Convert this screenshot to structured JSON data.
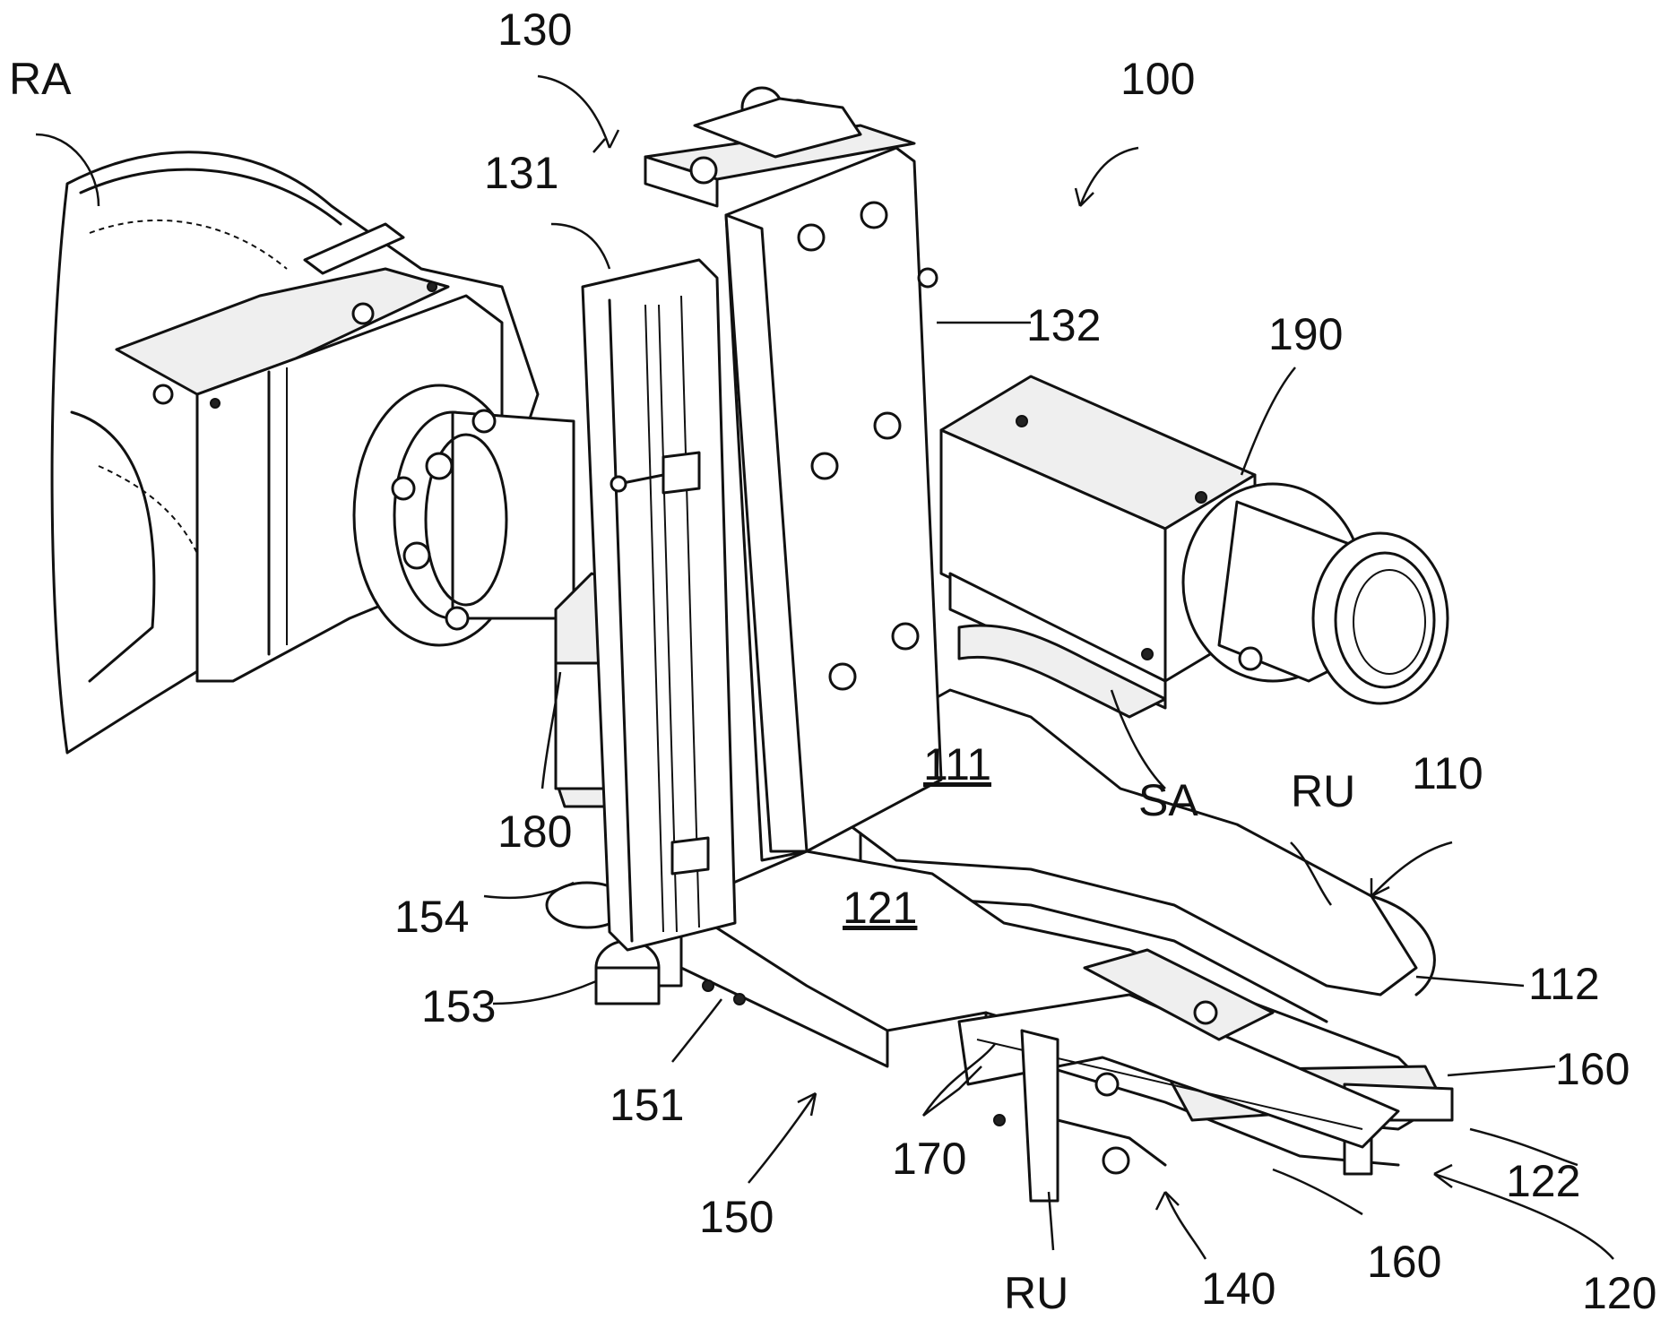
{
  "labels": {
    "ra": "RA",
    "l130": "130",
    "l100": "100",
    "l131": "131",
    "l132": "132",
    "l190": "190",
    "l111": "111",
    "sa": "SA",
    "ru_top": "RU",
    "l110": "110",
    "l180": "180",
    "l154": "154",
    "l121": "121",
    "l112": "112",
    "l153": "153",
    "l160_top": "160",
    "l151": "151",
    "l170": "170",
    "l122": "122",
    "l150": "150",
    "l160_bottom": "160",
    "ru_bottom": "RU",
    "l140": "140",
    "l120": "120"
  }
}
